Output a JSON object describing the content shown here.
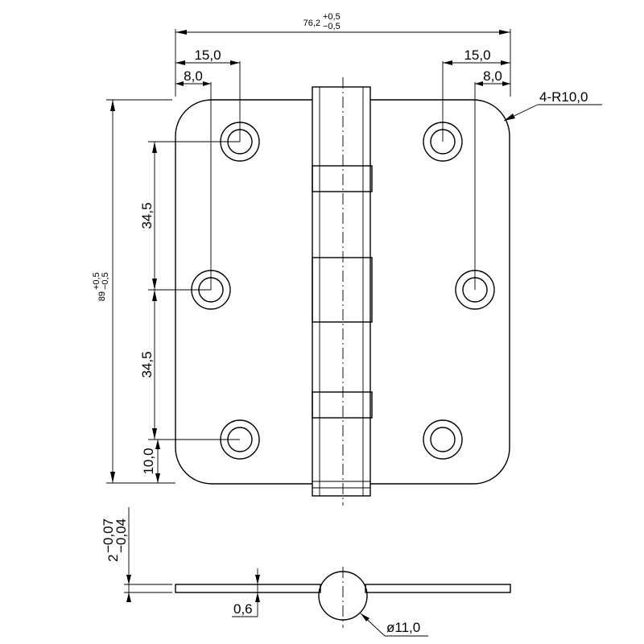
{
  "dimensions": {
    "overall_width": {
      "base": "76,2",
      "upper": "+0,5",
      "lower": "−0,5"
    },
    "overall_height": {
      "base": "89",
      "upper": "+0,5",
      "lower": "−0,5"
    },
    "hole_offset_left_outer": "15,0",
    "hole_offset_left_inner": "8,0",
    "hole_offset_right_outer": "15,0",
    "hole_offset_right_inner": "8,0",
    "corner_radius": "4-R10,0",
    "hole_pitch_upper": "34,5",
    "hole_pitch_lower": "34,5",
    "bottom_edge_offset": "10,0",
    "leaf_thickness": {
      "base": "2",
      "upper": "−0,07",
      "lower": "−0,04"
    },
    "pin_gap": "0,6",
    "knuckle_diameter": "ø11,0"
  }
}
